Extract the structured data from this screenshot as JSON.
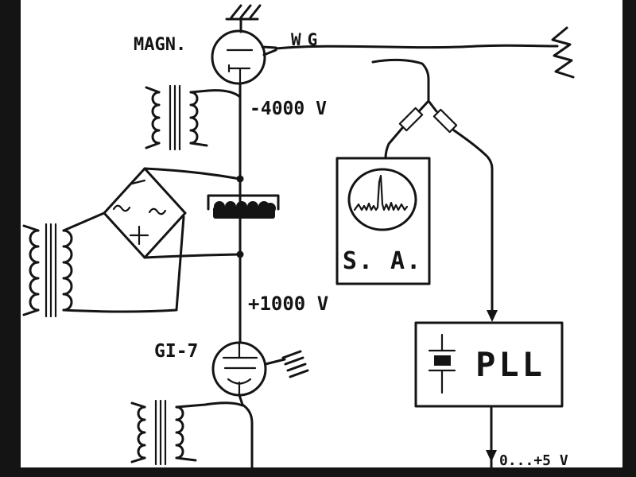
{
  "colors": {
    "ink": "#141414",
    "paper": "#ffffff"
  },
  "labels": {
    "magnetron": "MAGN.",
    "waveguide": "WG",
    "neg_hv": "-4000 V",
    "pos_hv": "+1000 V",
    "tube": "GI-7",
    "spectrum_analyzer": "S. A.",
    "pll": "PLL",
    "output_voltage": "0...+5 V"
  }
}
